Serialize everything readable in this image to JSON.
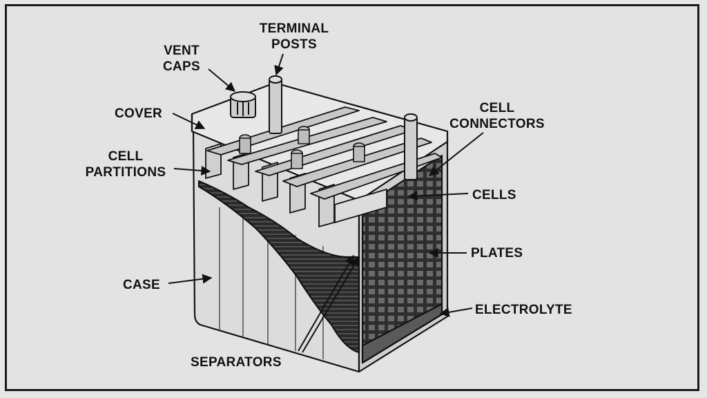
{
  "labels": {
    "terminal_posts": [
      "TERMINAL",
      "POSTS"
    ],
    "vent_caps": [
      "VENT",
      "CAPS"
    ],
    "cover": "COVER",
    "cell_partitions": [
      "CELL",
      "PARTITIONS"
    ],
    "cell_connectors": [
      "CELL",
      "CONNECTORS"
    ],
    "cells": "CELLS",
    "plates": "PLATES",
    "case": "CASE",
    "electrolyte": "ELECTROLYTE",
    "separators": "SEPARATORS"
  },
  "colors": {
    "ink": "#111111",
    "case": "#d8d8d8",
    "plates": "#3a3a3a",
    "background": "#e3e3e3"
  }
}
